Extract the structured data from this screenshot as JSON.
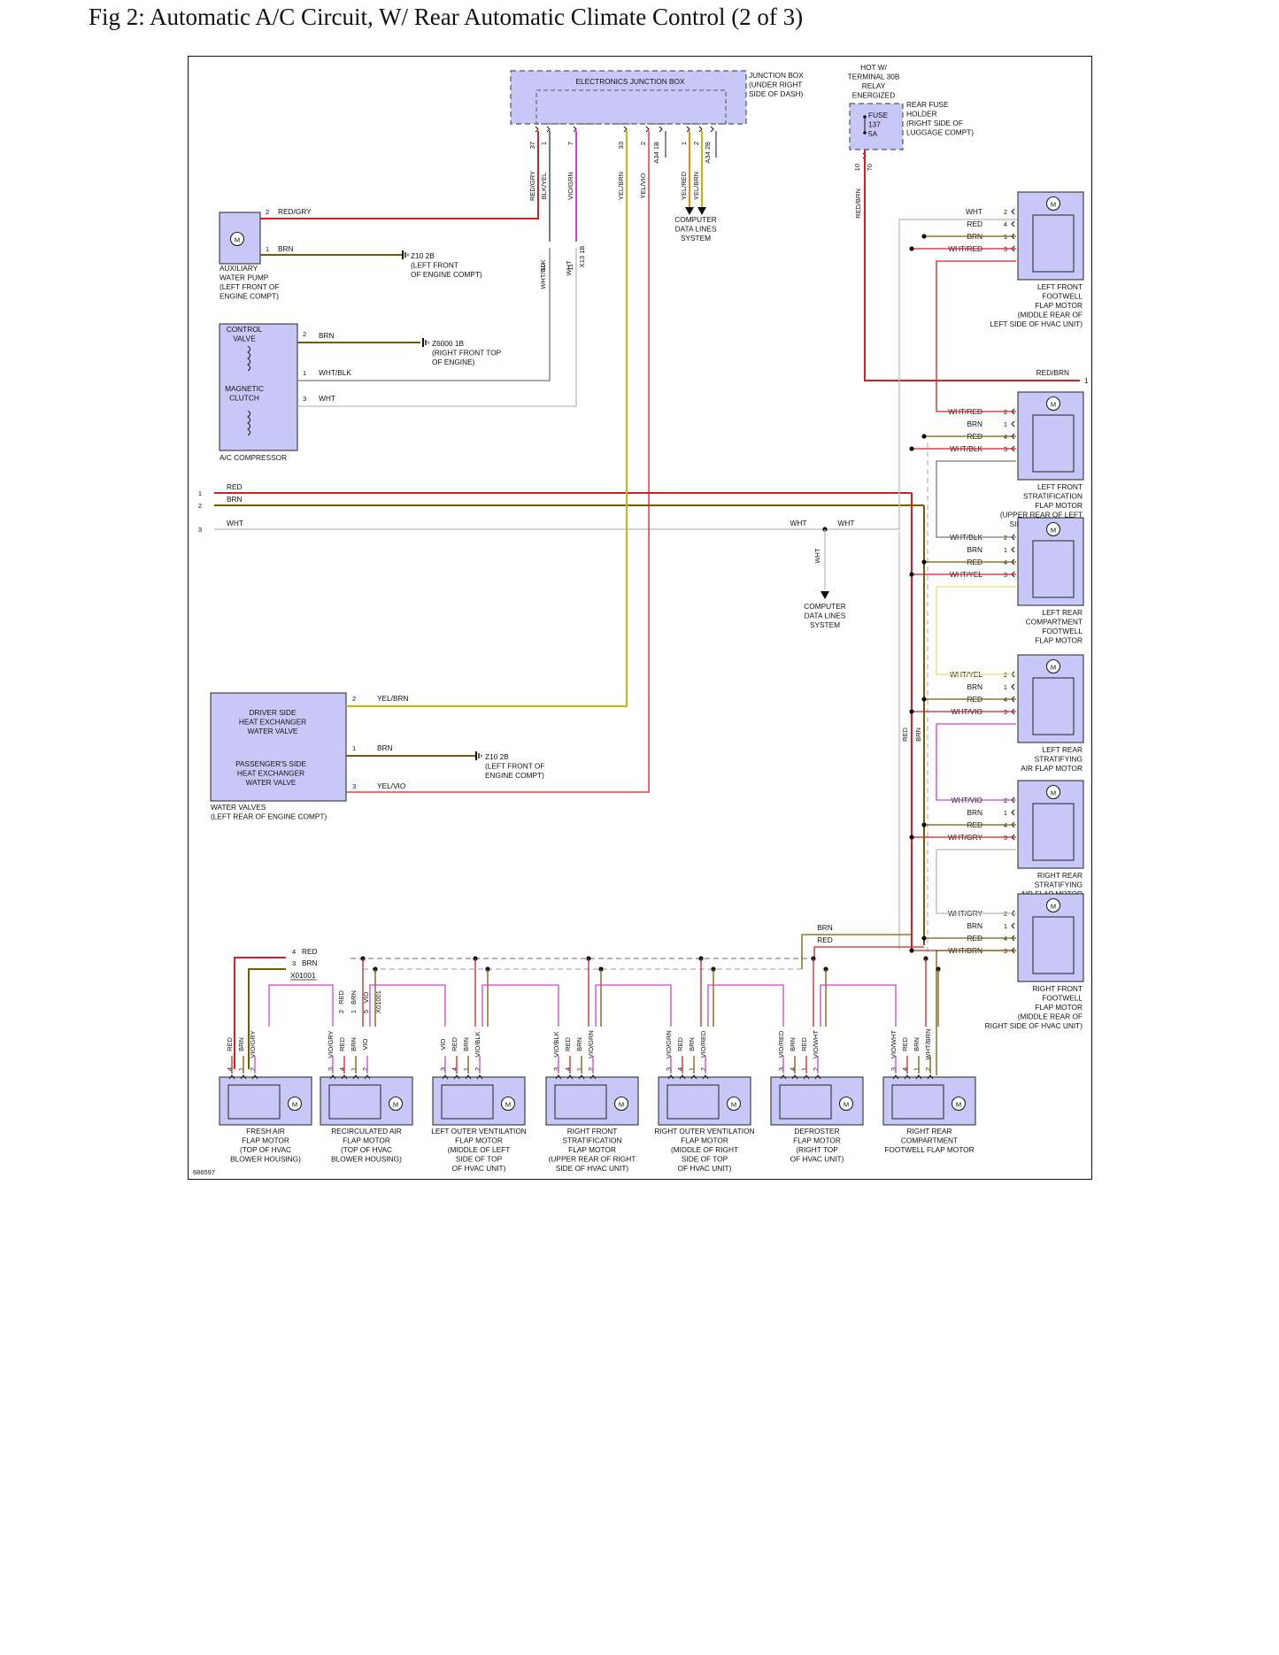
{
  "title": "Fig 2: Automatic A/C Circuit, W/ Rear Automatic Climate Control (2 of 3)",
  "figure_id": "686597",
  "colors": {
    "red": "#d42020",
    "brn": "#7a5a00",
    "wht": "#cccccc",
    "yel": "#e8e070",
    "vio": "#cc44cc",
    "grn": "#3a9a3a",
    "blk": "#222222",
    "component": "#c8c8f8"
  },
  "top": {
    "ejb_label": "ELECTRONICS JUNCTION BOX",
    "jb_note": [
      "JUNCTION BOX",
      "(UNDER RIGHT",
      "SIDE OF DASH)"
    ],
    "hot_note": [
      "HOT W/",
      "TERMINAL 30B",
      "RELAY",
      "ENERGIZED"
    ],
    "fuse_label": [
      "FUSE",
      "137",
      "5A"
    ],
    "fuse_holder": [
      "REAR FUSE",
      "HOLDER",
      "(RIGHT SIDE OF",
      "LUGGAGE COMPT)"
    ],
    "fuse_pins": [
      "10",
      "70"
    ],
    "fuse_wire": "RED/BRN",
    "pins": [
      {
        "pin": "37",
        "color": "RED/GRY"
      },
      {
        "pin": "1",
        "color": "BLK/YEL"
      },
      {
        "pin": "7",
        "color": "VIO/GRN"
      },
      {
        "pin": "33",
        "color": "YEL/BRN"
      },
      {
        "pin": "2",
        "color": "YEL/VIO"
      },
      {
        "pin": "A34 1B",
        "color": ""
      },
      {
        "pin": "1",
        "color": "YEL/RED"
      },
      {
        "pin": "2",
        "color": "YEL/BRN"
      },
      {
        "pin": "A34 2B",
        "color": ""
      }
    ],
    "cds1": [
      "COMPUTER",
      "DATA LINES",
      "SYSTEM"
    ],
    "x13": {
      "pins": [
        "10",
        "11"
      ],
      "conn": "X13 1B",
      "wires": [
        "WHT/BLK",
        "WHT"
      ]
    }
  },
  "left": {
    "aux_pump": {
      "label": [
        "AUXILIARY",
        "WATER PUMP",
        "(LEFT FRONT OF",
        "ENGINE COMPT)"
      ],
      "pins": [
        "2",
        "1"
      ],
      "wires": [
        "RED/GRY",
        "BRN"
      ],
      "ground": [
        "Z10 2B",
        "(LEFT FRONT",
        "OF ENGINE COMPT)"
      ]
    },
    "compressor": {
      "label": "A/C COMPRESSOR",
      "control_valve": [
        "CONTROL",
        "VALVE"
      ],
      "clutch": [
        "MAGNETIC",
        "CLUTCH"
      ],
      "pins": [
        "2",
        "1",
        "3"
      ],
      "wires": [
        "BRN",
        "WHT/BLK",
        "WHT"
      ],
      "ground": [
        "Z6000 1B",
        "(RIGHT FRONT TOP",
        "OF ENGINE)"
      ]
    },
    "bus": {
      "pins": [
        "1",
        "2",
        "3"
      ],
      "wires": [
        "RED",
        "BRN",
        "WHT"
      ],
      "wht_right": [
        "WHT",
        "WHT"
      ],
      "wht_vertical": "WHT"
    },
    "cds2": [
      "COMPUTER",
      "DATA LINES",
      "SYSTEM"
    ],
    "water_valves": {
      "driver": [
        "DRIVER SIDE",
        "HEAT EXCHANGER",
        "WATER VALVE"
      ],
      "passenger": [
        "PASSENGER'S SIDE",
        "HEAT EXCHANGER",
        "WATER VALVE"
      ],
      "label": [
        "WATER VALVES",
        "(LEFT REAR OF ENGINE COMPT)"
      ],
      "pins": [
        "2",
        "1",
        "3"
      ],
      "wires": [
        "YEL/BRN",
        "BRN",
        "YEL/VIO"
      ],
      "ground": [
        "Z10 2B",
        "(LEFT FRONT OF",
        "ENGINE COMPT)"
      ]
    }
  },
  "right_motors": [
    {
      "label": [
        "LEFT FRONT",
        "FOOTWELL",
        "FLAP MOTOR",
        "(MIDDLE REAR OF",
        "LEFT SIDE OF HVAC UNIT)"
      ],
      "pins": [
        {
          "w": "WHT",
          "p": "2"
        },
        {
          "w": "RED",
          "p": "4"
        },
        {
          "w": "BRN",
          "p": "1"
        },
        {
          "w": "WHT/RED",
          "p": "3"
        }
      ]
    },
    {
      "label": [
        "LEFT FRONT",
        "STRATIFICATION",
        "FLAP MOTOR",
        "(UPPER REAR OF LEFT",
        "SIDE OF HVAC UNIT)"
      ],
      "pins": [
        {
          "w": "WHT/RED",
          "p": "2"
        },
        {
          "w": "BRN",
          "p": "1"
        },
        {
          "w": "RED",
          "p": "4"
        },
        {
          "w": "WHT/BLK",
          "p": "3"
        }
      ]
    },
    {
      "label": [
        "LEFT REAR",
        "COMPARTMENT",
        "FOOTWELL",
        "FLAP MOTOR"
      ],
      "pins": [
        {
          "w": "WHT/BLK",
          "p": "2"
        },
        {
          "w": "BRN",
          "p": "1"
        },
        {
          "w": "RED",
          "p": "4"
        },
        {
          "w": "WHT/YEL",
          "p": "3"
        }
      ]
    },
    {
      "label": [
        "LEFT REAR",
        "STRATIFYING",
        "AIR FLAP MOTOR"
      ],
      "pins": [
        {
          "w": "WHT/YEL",
          "p": "2"
        },
        {
          "w": "BRN",
          "p": "1"
        },
        {
          "w": "RED",
          "p": "4"
        },
        {
          "w": "WHT/VIO",
          "p": "3"
        }
      ]
    },
    {
      "label": [
        "RIGHT REAR",
        "STRATIFYING",
        "AIR FLAP MOTOR"
      ],
      "pins": [
        {
          "w": "WHT/VIO",
          "p": "2"
        },
        {
          "w": "BRN",
          "p": "1"
        },
        {
          "w": "RED",
          "p": "4"
        },
        {
          "w": "WHT/GRY",
          "p": "3"
        }
      ]
    },
    {
      "label": [
        "RIGHT FRONT",
        "FOOTWELL",
        "FLAP MOTOR",
        "(MIDDLE REAR OF",
        "RIGHT SIDE OF HVAC UNIT)"
      ],
      "pins": [
        {
          "w": "WHT/GRY",
          "p": "2"
        },
        {
          "w": "BRN",
          "p": "1"
        },
        {
          "w": "RED",
          "p": "4"
        },
        {
          "w": "WHT/BRN",
          "p": "3"
        }
      ]
    }
  ],
  "red_brn_pin": {
    "wire": "RED/BRN",
    "pin": "1"
  },
  "vertical_labels": [
    "RED",
    "BRN"
  ],
  "bottom_bus": {
    "pins": [
      "4",
      "3"
    ],
    "wires": [
      "RED",
      "BRN"
    ],
    "conn": "X01001",
    "right_wires": [
      "BRN",
      "RED"
    ]
  },
  "bottom_motors": [
    {
      "label": [
        "FRESH AIR",
        "FLAP MOTOR",
        "(TOP OF HVAC",
        "BLOWER HOUSING)"
      ],
      "pins": [
        {
          "w": "RED",
          "p": "4"
        },
        {
          "w": "BRN",
          "p": "1"
        },
        {
          "w": "VIO/GRY",
          "p": "2"
        }
      ]
    },
    {
      "label": [
        "RECIRCULATED AIR",
        "FLAP MOTOR",
        "(TOP OF HVAC",
        "BLOWER HOUSING)"
      ],
      "pins": [
        {
          "w": "VIO/GRY",
          "p": "3"
        },
        {
          "w": "RED",
          "p": "4"
        },
        {
          "w": "BRN",
          "p": "1"
        },
        {
          "w": "VIO",
          "p": "2"
        }
      ],
      "upper": [
        {
          "w": "RED",
          "p": "2"
        },
        {
          "w": "BRN",
          "p": "1"
        },
        {
          "w": "VIO",
          "p": "5"
        }
      ],
      "conn": "X01001"
    },
    {
      "label": [
        "LEFT OUTER VENTILATION",
        "FLAP MOTOR",
        "(MIDDLE OF LEFT",
        "SIDE OF TOP",
        "OF HVAC UNIT)"
      ],
      "pins": [
        {
          "w": "VIO",
          "p": "3"
        },
        {
          "w": "RED",
          "p": "4"
        },
        {
          "w": "BRN",
          "p": "1"
        },
        {
          "w": "VIO/BLK",
          "p": "2"
        }
      ]
    },
    {
      "label": [
        "RIGHT FRONT",
        "STRATIFICATION",
        "FLAP MOTOR",
        "(UPPER REAR OF RIGHT",
        "SIDE OF HVAC UNIT)"
      ],
      "pins": [
        {
          "w": "VIO/BLK",
          "p": "3"
        },
        {
          "w": "RED",
          "p": "4"
        },
        {
          "w": "BRN",
          "p": "1"
        },
        {
          "w": "VIO/GRN",
          "p": "2"
        }
      ]
    },
    {
      "label": [
        "RIGHT OUTER VENTILATION",
        "FLAP MOTOR",
        "(MIDDLE OF RIGHT",
        "SIDE OF TOP",
        "OF HVAC UNIT)"
      ],
      "pins": [
        {
          "w": "VIO/GRN",
          "p": "3"
        },
        {
          "w": "RED",
          "p": "4"
        },
        {
          "w": "BRN",
          "p": "1"
        },
        {
          "w": "VIO/RED",
          "p": "2"
        }
      ]
    },
    {
      "label": [
        "DEFROSTER",
        "FLAP MOTOR",
        "(RIGHT TOP",
        "OF HVAC UNIT)"
      ],
      "pins": [
        {
          "w": "VIO/RED",
          "p": "3"
        },
        {
          "w": "BRN",
          "p": "4"
        },
        {
          "w": "RED",
          "p": "1"
        },
        {
          "w": "VIO/WHT",
          "p": "2"
        }
      ]
    },
    {
      "label": [
        "RIGHT REAR",
        "COMPARTMENT",
        "FOOTWELL FLAP MOTOR"
      ],
      "pins": [
        {
          "w": "VIO/WHT",
          "p": "3"
        },
        {
          "w": "RED",
          "p": "4"
        },
        {
          "w": "BRN",
          "p": "1"
        },
        {
          "w": "WHT/BRN",
          "p": "2"
        }
      ]
    }
  ],
  "motor_symbol": "M"
}
